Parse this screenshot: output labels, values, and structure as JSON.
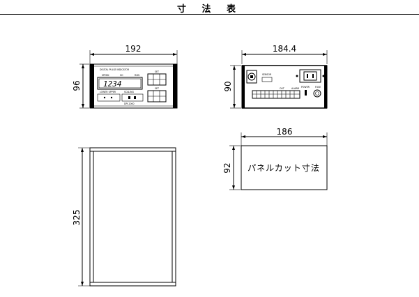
{
  "title": "寸 法 表",
  "views": {
    "front": {
      "width_label": "192",
      "height_label": "96",
      "panel_texts": {
        "brand": "DIGITAL  PULSE  INDICATOR",
        "left_tag": "SPEED",
        "mid_tag": "SO",
        "right_tag": "RUN",
        "display": "1234",
        "right_top": "SET",
        "right_bottom": "SET",
        "sub_left": "LOWER  UPPER",
        "sub_mid": "SCALING",
        "model": "DPI-2000"
      }
    },
    "rear": {
      "width_label": "184.4",
      "height_label": "90",
      "panel_texts": {
        "terminal_tag_left": "SENSOR",
        "terminal_tag_mid": "OUT",
        "terminal_tag_right": "ALARM",
        "switch_label": "POWER",
        "fuse_label": "FUSE"
      }
    },
    "side": {
      "height_label": "325"
    },
    "cutout": {
      "width_label": "186",
      "height_label": "92",
      "label": "パネルカット寸法"
    }
  }
}
